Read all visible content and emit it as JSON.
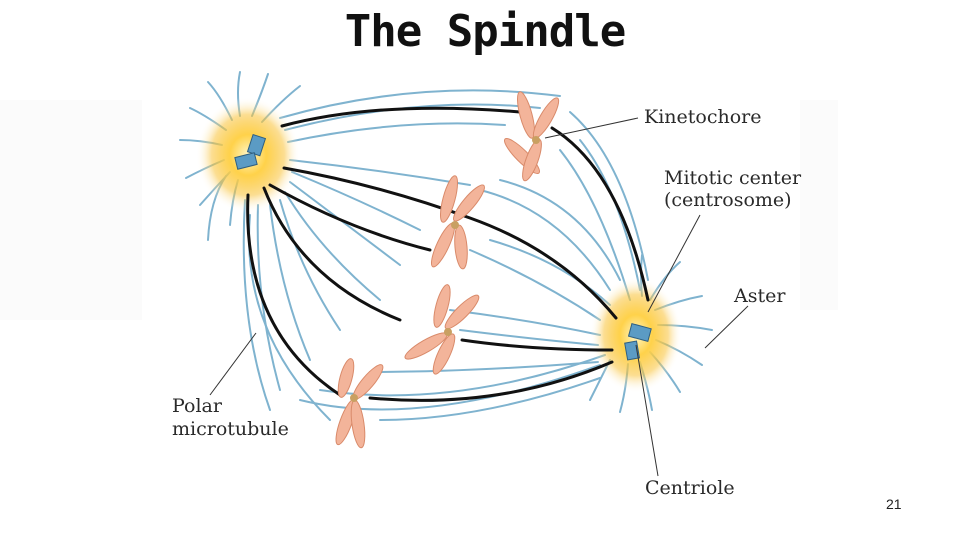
{
  "slide": {
    "title": "The Spindle",
    "page_number": "21"
  },
  "labels": {
    "kinetochore": "Kinetochore",
    "mitotic_center_line1": "Mitotic center",
    "mitotic_center_line2": "(centrosome)",
    "aster": "Aster",
    "polar_line1": "Polar",
    "polar_line2": "microtubule",
    "centriole": "Centriole"
  },
  "colors": {
    "microtubule": "#7fb3cf",
    "spindle_fiber": "#111111",
    "chromosome": "#f3b49a",
    "centrosome_glow": "#f7b500",
    "centriole": "#5b9bc4"
  }
}
